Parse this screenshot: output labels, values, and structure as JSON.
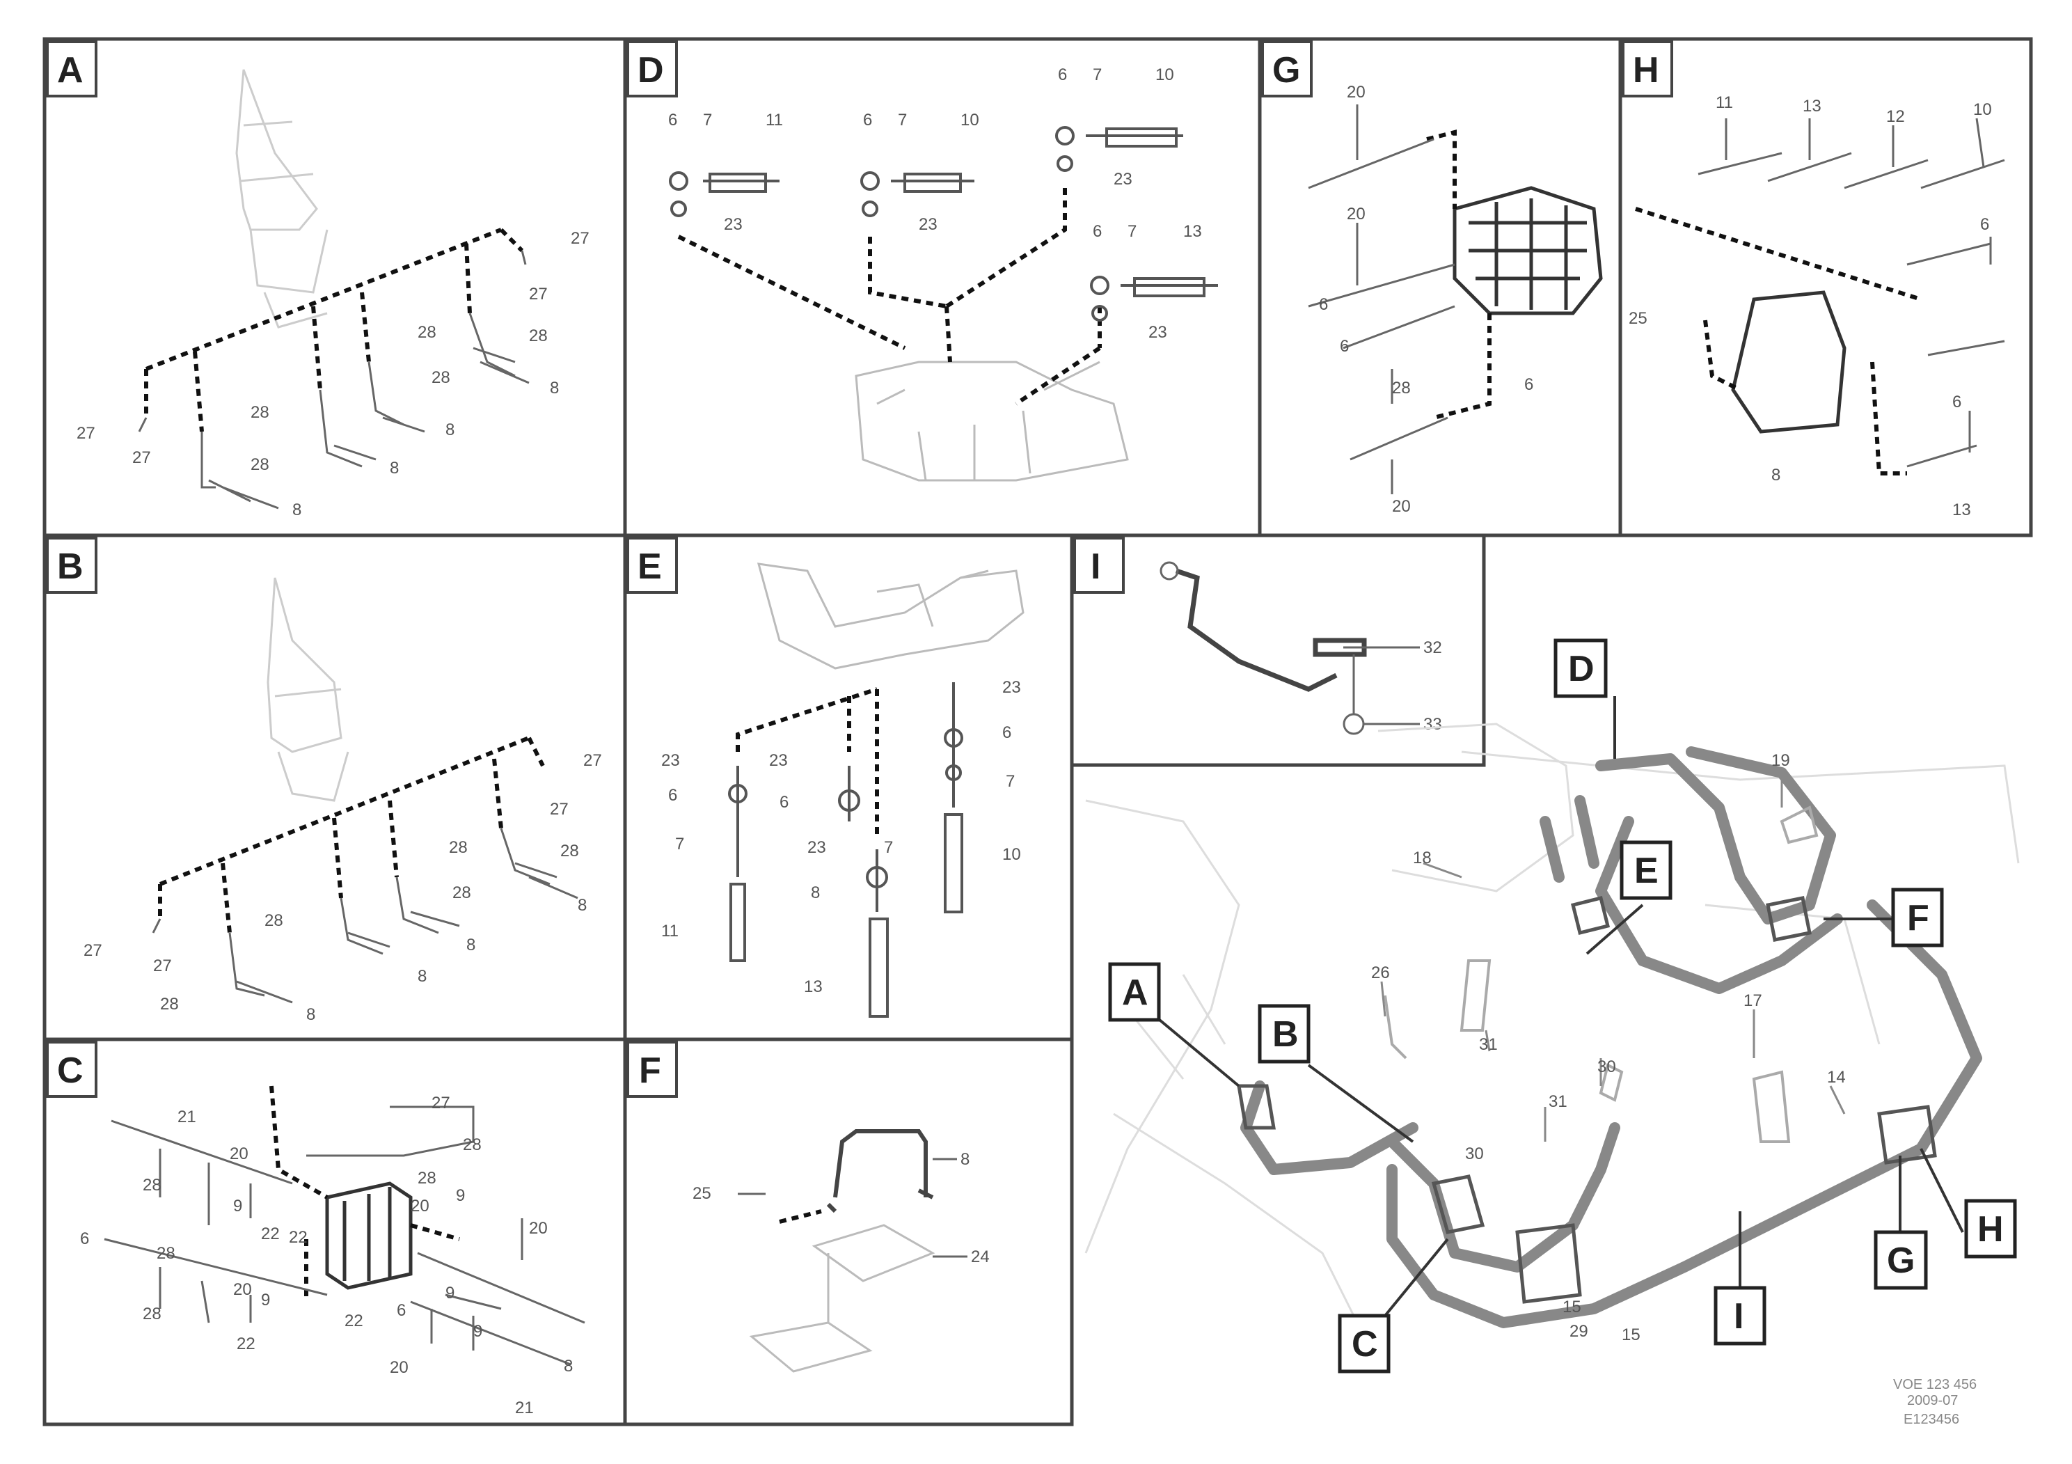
{
  "panels": {
    "A": {
      "label": "A",
      "parts": [
        "27",
        "27",
        "28",
        "28",
        "8",
        "27",
        "27",
        "28",
        "8",
        "28",
        "8",
        "28",
        "8"
      ]
    },
    "B": {
      "label": "B",
      "parts": [
        "27",
        "27",
        "28",
        "28",
        "8",
        "27",
        "27",
        "28",
        "8",
        "28",
        "8",
        "28",
        "8"
      ]
    },
    "C": {
      "label": "C",
      "parts": [
        "21",
        "27",
        "28",
        "28",
        "9",
        "20",
        "28",
        "20",
        "22",
        "9",
        "6",
        "28",
        "22",
        "20",
        "20",
        "9",
        "9",
        "28",
        "22",
        "6",
        "9",
        "22",
        "8",
        "20",
        "21"
      ]
    },
    "D": {
      "label": "D",
      "parts": [
        "6",
        "7",
        "11",
        "6",
        "7",
        "10",
        "23",
        "23",
        "6",
        "7",
        "10",
        "23",
        "6",
        "7",
        "13",
        "23"
      ]
    },
    "E": {
      "label": "E",
      "parts": [
        "23",
        "6",
        "7",
        "11",
        "23",
        "6",
        "23",
        "8",
        "7",
        "13",
        "23",
        "6",
        "10",
        "7"
      ]
    },
    "F": {
      "label": "F",
      "parts": [
        "25",
        "8",
        "24"
      ]
    },
    "G": {
      "label": "G",
      "parts": [
        "20",
        "20",
        "6",
        "6",
        "28",
        "20",
        "6"
      ]
    },
    "H": {
      "label": "H",
      "parts": [
        "11",
        "13",
        "12",
        "10",
        "6",
        "25",
        "8",
        "6",
        "13"
      ]
    },
    "I": {
      "label": "I",
      "parts": [
        "32",
        "33"
      ]
    }
  },
  "overview": {
    "callouts": [
      "A",
      "B",
      "C",
      "D",
      "E",
      "F",
      "G",
      "H",
      "I"
    ],
    "parts": [
      "18",
      "26",
      "31",
      "31",
      "19",
      "17",
      "30",
      "30",
      "15",
      "15",
      "14",
      "29"
    ],
    "ref_text": [
      "VOE 123 456",
      "2009-07",
      "E123456"
    ]
  }
}
